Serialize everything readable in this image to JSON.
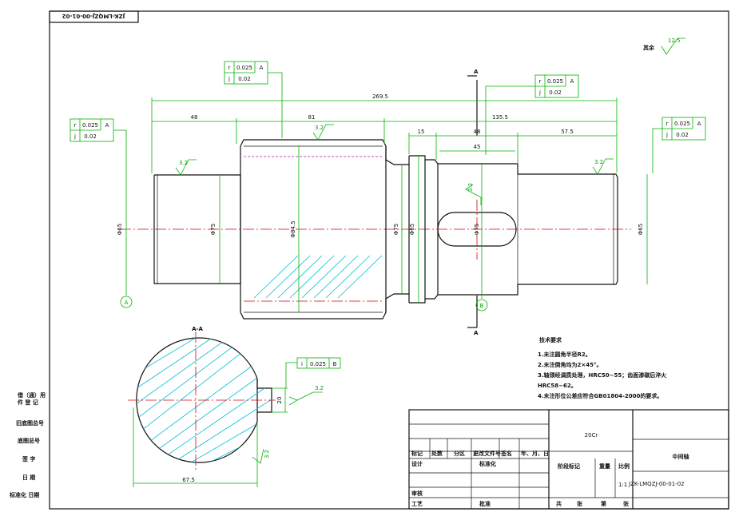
{
  "drawing": {
    "part_number": "JZK-LMQZJ-00-01-02",
    "part_number_mirrored": "JZK-LMQZJ-00-01-02",
    "other_roughness_label": "其余",
    "other_roughness_value": "12.5",
    "roughness": [
      "3.2",
      "3.2",
      "3.2",
      "3.2",
      "3.2",
      "3.2"
    ],
    "datum_a": "A",
    "datum_b": "B",
    "section_mark": "A",
    "section_title": "A-A",
    "tolerances": {
      "left": [
        {
          "sym": "r",
          "val": "0.025",
          "ref": "A"
        },
        {
          "sym": "j",
          "val": "0.02",
          "ref": ""
        }
      ],
      "middle": [
        {
          "sym": "r",
          "val": "0.025",
          "ref": "A"
        },
        {
          "sym": "j",
          "val": "0.02",
          "ref": ""
        }
      ],
      "center_right": [
        {
          "sym": "r",
          "val": "0.025",
          "ref": "A"
        },
        {
          "sym": "j",
          "val": "0.02",
          "ref": ""
        }
      ],
      "far_right": [
        {
          "sym": "r",
          "val": "0.025",
          "ref": "A"
        },
        {
          "sym": "j",
          "val": "0.02",
          "ref": ""
        }
      ],
      "section": [
        {
          "sym": "i",
          "val": "0.025",
          "ref": "B"
        }
      ]
    },
    "dimensions": {
      "overall": "269.5",
      "d48_left": "48",
      "d81": "81",
      "d135": "135.5",
      "d15": "15",
      "d48_right": "48",
      "d45": "45",
      "d57": "57.5",
      "dia_left": "Φ65",
      "dia_mid": "Φ75",
      "dia_gear": "Φ84.5",
      "dia_collar": "Φ75",
      "dia_shoulder": "Φ65",
      "dia_key": "Φ75",
      "dia_right": "Φ65",
      "key_width": "20",
      "section_width": "67.5",
      "section_angle": "3.2"
    },
    "tech_req": {
      "title": "技术要求",
      "lines": [
        "1.未注圆角半径R2。",
        "2.未注倒角均为2×45°。",
        "3.轴颈经调质处理，HRC50~55；齿面渗碳后淬火",
        "HRC58~62。",
        "4.未注形位公差应符合GB01804-2000的要求。"
      ]
    },
    "side_labels": [
      "借（通）用",
      "件 登 记",
      "旧底图总号",
      "底图总号",
      "签 字",
      "日 期",
      "标准化  日期"
    ],
    "title_block": {
      "material": "20Cr",
      "part_name": "中间轴",
      "labels": {
        "biaoji": "标记",
        "chushu": "处数",
        "fenqu": "分区",
        "gengai": "更改文件号",
        "qianming": "签名",
        "date": "年、月、日",
        "sheji": "设计",
        "biaozhunhua": "标准化",
        "jieduan": "阶段标记",
        "zhongliang": "重量",
        "bili": "比例",
        "shenhe": "审核",
        "gongyi": "工艺",
        "pizhun": "批准",
        "gong": "共",
        "zhang": "张",
        "di": "第",
        "zhang2": "张"
      },
      "scale": "1:1",
      "code": "JZK-LMQZJ-00-01-02"
    }
  }
}
